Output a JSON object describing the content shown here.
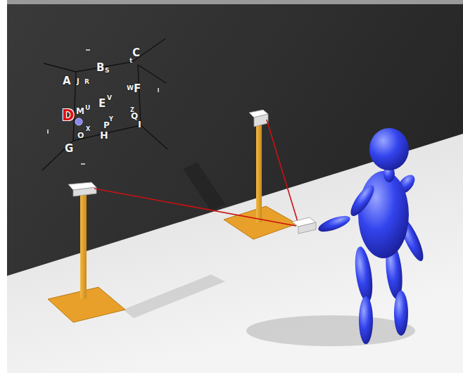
{
  "diagram": {
    "labels": [
      "A",
      "J",
      "R",
      "B",
      "S",
      "C",
      "t",
      "E",
      "V",
      "W",
      "F",
      "D",
      "M",
      "U",
      "O",
      "X",
      "P",
      "Y",
      "H",
      "Z",
      "Q",
      "I",
      "G"
    ]
  }
}
